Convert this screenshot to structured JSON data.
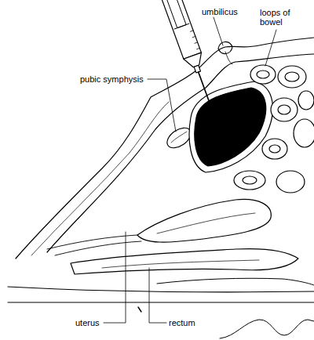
{
  "diagram": {
    "labels": [
      "umbilicus",
      "loops of bowel",
      "pubic symphysis",
      "uterus",
      "rectum"
    ]
  }
}
